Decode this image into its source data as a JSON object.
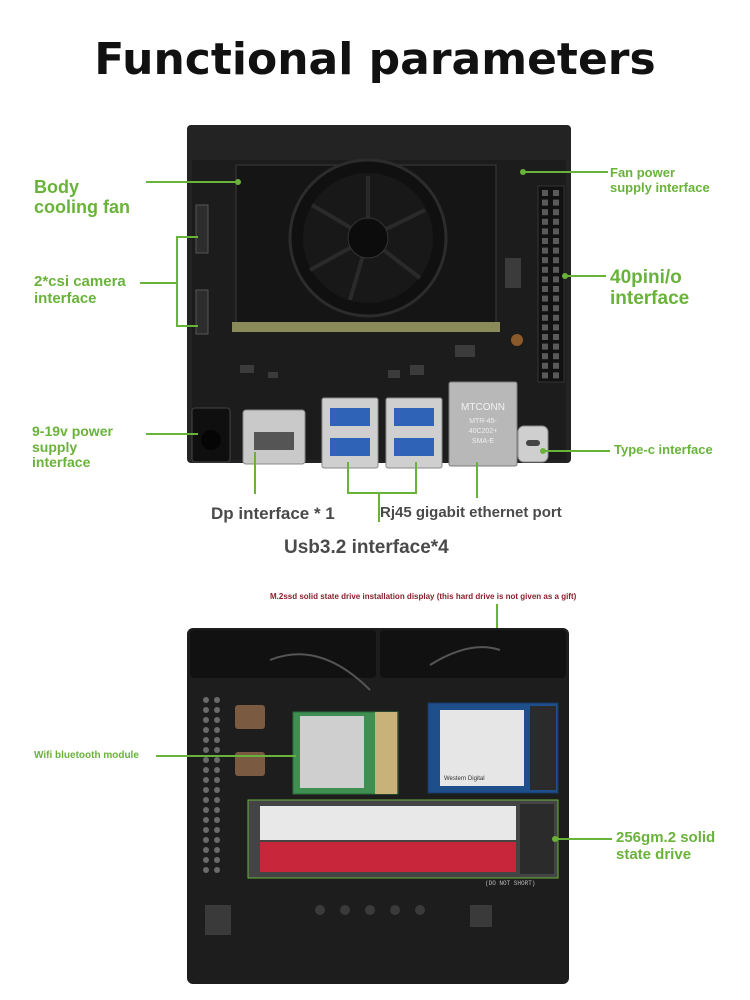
{
  "title": "Functional parameters",
  "top_board": {
    "callouts": {
      "cooling_fan": "Body\ncooling fan",
      "csi_camera": "2*csi camera\ninterface",
      "power_supply": "9-19v power\nsupply\ninterface",
      "fan_power": "Fan power\nsupply interface",
      "gpio": "40pini/o\ninterface",
      "type_c": "Type-c interface",
      "dp": "Dp interface * 1",
      "rj45": "Rj45 gigabit ethernet port",
      "usb": "Usb3.2 interface*4"
    },
    "rj45_text": [
      "MTCONN",
      "MTR-45-",
      "40C202+",
      "SMA-E"
    ]
  },
  "bottom_board": {
    "note": "M.2ssd solid state drive installation display (this hard drive is not given as a gift)",
    "callouts": {
      "wifi": "Wifi bluetooth module",
      "ssd": "256gm.2 solid\nstate drive"
    },
    "ssd_brand": "Western Digital",
    "silk_text": "(DO NOT SHORT)"
  },
  "colors": {
    "accent": "#6ab33a",
    "board": "#1f1f1f",
    "case": "#2b2b2b",
    "note": "#8a1f2b"
  }
}
